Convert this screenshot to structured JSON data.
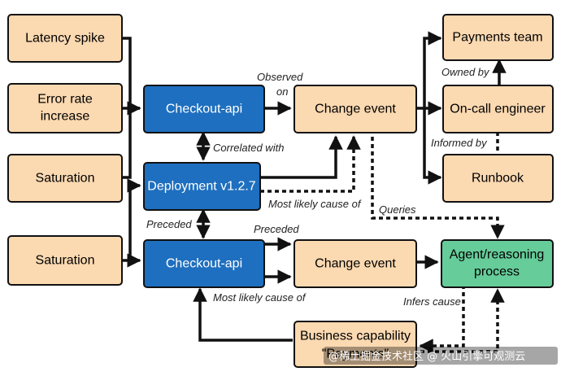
{
  "colors": {
    "peach": "#fbd9b1",
    "blue": "#1e6fbf",
    "green": "#66cc99",
    "stroke": "#111111"
  },
  "nodes": {
    "latency_spike": "Latency spike",
    "error_rate_1": "Error rate",
    "error_rate_2": "increase",
    "saturation_1": "Saturation",
    "checkout_api_top": "Checkout-api",
    "deployment": "Deployment v1.2.7",
    "change_event_top": "Change event",
    "payments_team": "Payments team",
    "oncall_engineer": "On-call engineer",
    "runbook": "Runbook",
    "saturation_2": "Saturation",
    "checkout_api_bottom": "Checkout-api",
    "change_event_bottom": "Change event",
    "agent_1": "Agent/reasoning",
    "agent_2": "process",
    "business_1": "Business capability",
    "business_2": "\"Payments\""
  },
  "edges": {
    "observed_on_1": "Observed",
    "observed_on_2": "on",
    "owned_by": "Owned by",
    "correlated_with": "Correlated with",
    "informed_by": "Informed by",
    "most_likely_cause_top": "Most likely cause of",
    "queries": "Queries",
    "preceded_left": "Preceded",
    "preceded_right": "Preceded",
    "most_likely_cause_bottom": "Most likely cause of",
    "infers_cause": "Infers cause"
  },
  "watermark": "@稀土掘金技术社区 @ 火山引擎可观测云"
}
